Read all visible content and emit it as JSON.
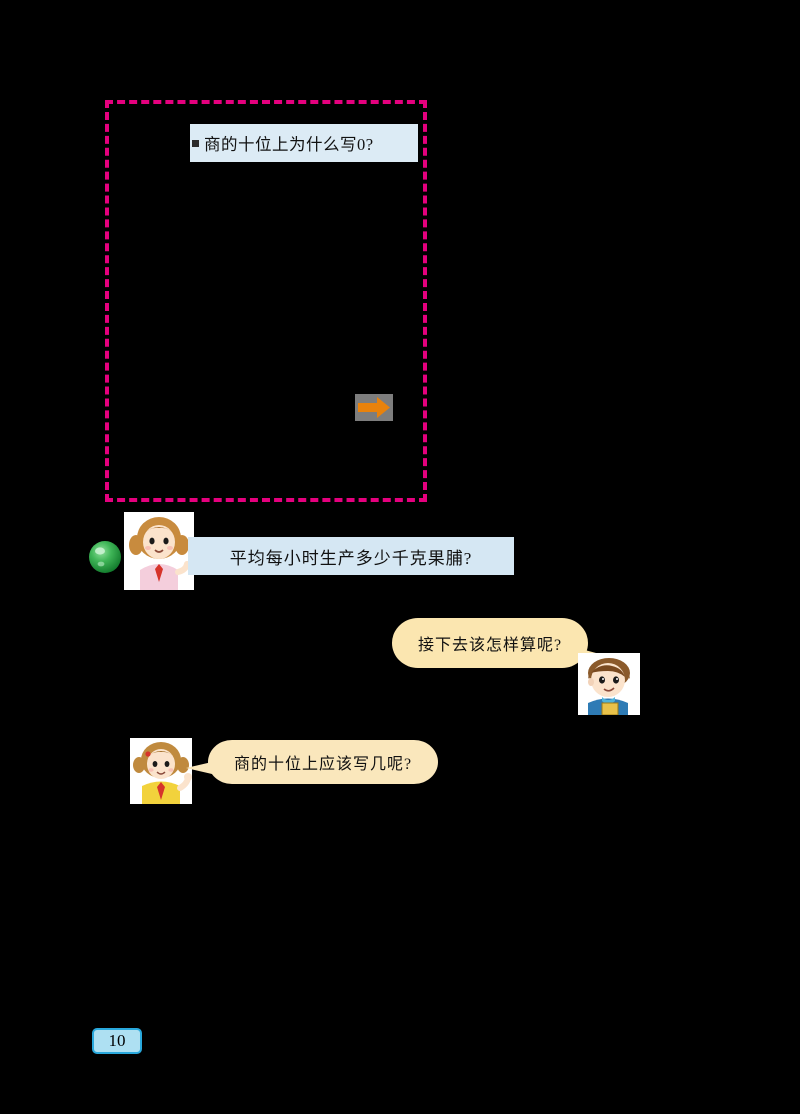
{
  "page": {
    "background_color": "#000000",
    "number": "10",
    "number_badge": {
      "fill_color": "#AEE0F2",
      "border_color": "#29A8DC"
    }
  },
  "exercise_box": {
    "border_color": "#E5007E",
    "border_style": "dashed",
    "fill_color": "#000000",
    "arrow": {
      "icon": "right-arrow-icon",
      "color": "#E8820C",
      "patch_color": "#7d7d7d"
    }
  },
  "bubbles": [
    {
      "id": "bubble-1",
      "text": "商的十位上为什么写0?",
      "style": "blue-band",
      "fill_color": "#DCEBF5",
      "speaker": null
    },
    {
      "id": "bubble-2",
      "text": "平均每小时生产多少千克果脯?",
      "style": "blue-band",
      "fill_color": "#D5E7F3",
      "speaker": "girl-with-pigtails"
    },
    {
      "id": "bubble-3",
      "text": "接下去该怎样算呢?",
      "style": "yellow-rounded",
      "fill_color": "#FBE6B0",
      "speaker": "boy-with-brown-hair"
    },
    {
      "id": "bubble-4",
      "text": "商的十位上应该写几呢?",
      "style": "yellow-rounded",
      "fill_color": "#FAE7BC",
      "speaker": "girl-in-yellow-top"
    }
  ],
  "decorations": {
    "green_ball": {
      "icon": "green-sphere-icon",
      "color": "#2E9E46"
    }
  }
}
